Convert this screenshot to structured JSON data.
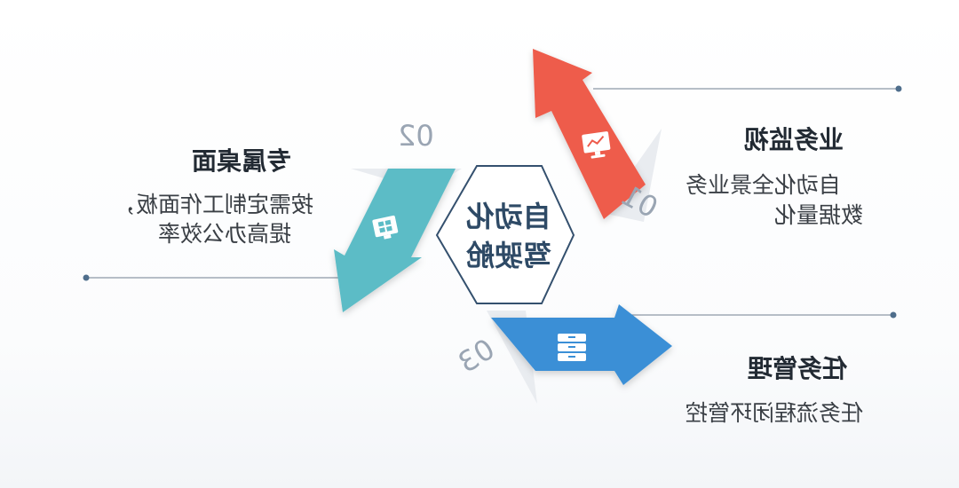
{
  "center": {
    "title_line1": "自动化",
    "title_line2": "驾驶舱"
  },
  "items": [
    {
      "number": "01",
      "title": "业务监视",
      "desc_line1": "自动化全景业务",
      "desc_line2": "数据量化",
      "icon": "monitor-chart-icon",
      "color": "#ee5b4c"
    },
    {
      "number": "02",
      "title": "专属桌面",
      "desc_line1": "按需定制工作面板，",
      "desc_line2": "提高办公效率",
      "icon": "desktop-windows-icon",
      "color": "#5cbcc6"
    },
    {
      "number": "03",
      "title": "任务管理",
      "desc_line1": "任务流程闭环管控",
      "icon": "cabinet-drawer-icon",
      "color": "#3a8fd6"
    }
  ]
}
